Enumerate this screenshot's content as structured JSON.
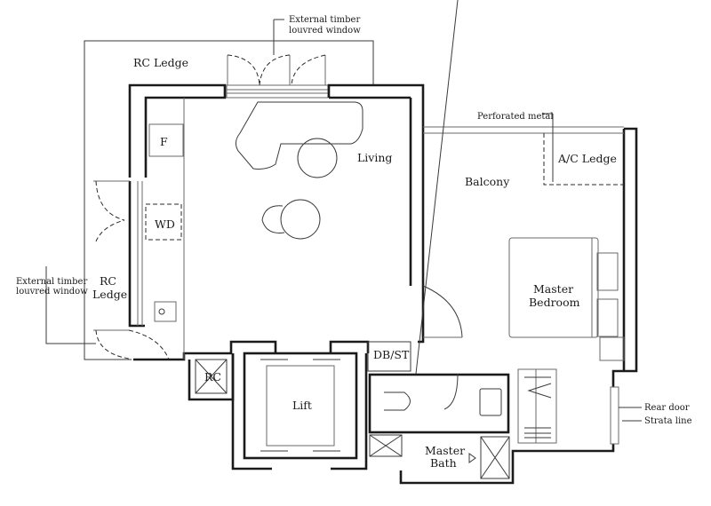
{
  "floor_plan": {
    "rooms": {
      "living": "Living",
      "balcony": "Balcony",
      "master_bedroom_line1": "Master",
      "master_bedroom_line2": "Bedroom",
      "master_bath_line1": "Master",
      "master_bath_line2": "Bath",
      "lift": "Lift",
      "db_st": "DB/ST",
      "rc_shaft": "RC",
      "fridge": "F",
      "washer_dryer": "WD",
      "ac_ledge": "A/C Ledge",
      "rc_ledge_top": "RC Ledge",
      "rc_ledge_left_line1": "RC",
      "rc_ledge_left_line2": "Ledge"
    },
    "annotations": {
      "top_window_line1": "External timber",
      "top_window_line2": "louvred window",
      "left_window_line1": "External timber",
      "left_window_line2": "louvred window",
      "perforated_metal": "Perforated metal",
      "rear_door": "Rear door",
      "strata_line": "Strata line"
    }
  }
}
